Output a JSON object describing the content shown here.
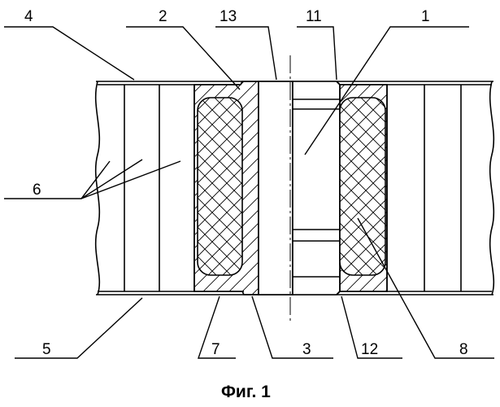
{
  "caption": "Фиг. 1",
  "labels": {
    "l1": "1",
    "l2": "2",
    "l3": "3",
    "l4": "4",
    "l5": "5",
    "l6": "6",
    "l7": "7",
    "l8": "8",
    "l11": "11",
    "l12": "12",
    "l13": "13"
  },
  "colors": {
    "ink": "#000000",
    "paper": "#ffffff"
  }
}
